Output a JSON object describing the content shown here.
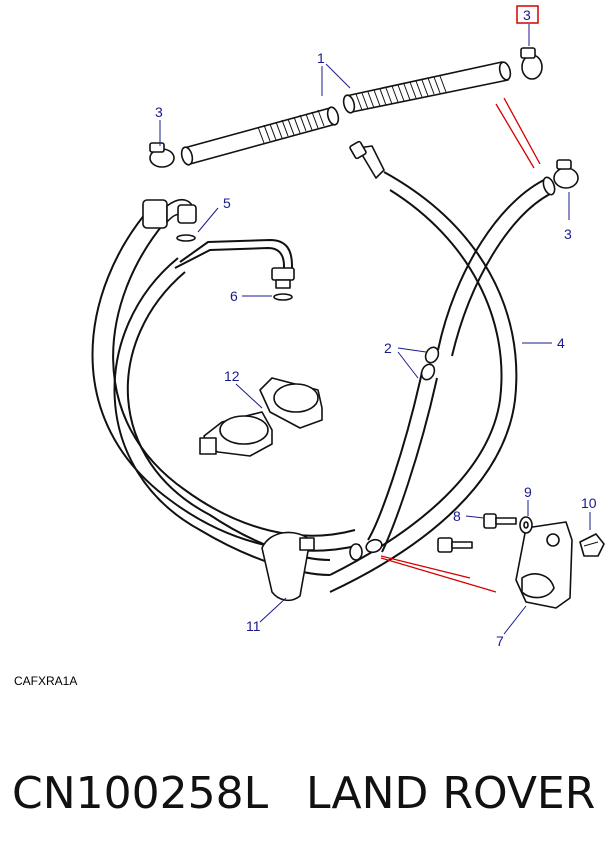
{
  "diagram": {
    "callouts": [
      {
        "id": "c1",
        "text": "1"
      },
      {
        "id": "c2",
        "text": "2"
      },
      {
        "id": "c3a",
        "text": "3",
        "highlighted": true
      },
      {
        "id": "c3b",
        "text": "3"
      },
      {
        "id": "c3c",
        "text": "3"
      },
      {
        "id": "c4",
        "text": "4"
      },
      {
        "id": "c5",
        "text": "5"
      },
      {
        "id": "c6",
        "text": "6"
      },
      {
        "id": "c7",
        "text": "7"
      },
      {
        "id": "c8",
        "text": "8"
      },
      {
        "id": "c9",
        "text": "9"
      },
      {
        "id": "c10",
        "text": "10"
      },
      {
        "id": "c11",
        "text": "11"
      },
      {
        "id": "c12",
        "text": "12"
      }
    ],
    "reference_code": "CAFXRA1A",
    "highlight_color": "#d40000",
    "callout_color": "#1a1a8c"
  },
  "footer": {
    "part_number": "CN100258L",
    "brand": "LAND ROVER"
  }
}
